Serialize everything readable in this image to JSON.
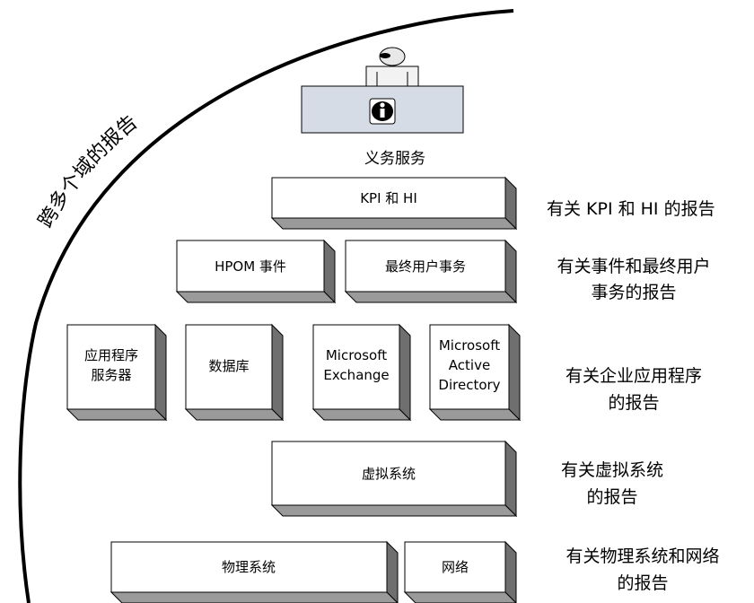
{
  "diagram": {
    "arc_label": "跨多个域的报告",
    "business_service": {
      "label": "义务服务",
      "icon": "info-icon"
    },
    "boxes": {
      "kpi_hi": "KPI 和 HI",
      "hpom": "HPOM 事件",
      "end_user": "最终用户事务",
      "app_server": [
        "应用程序",
        "服务器"
      ],
      "database": "数据库",
      "exchange": [
        "Microsoft",
        "Exchange"
      ],
      "active_directory": [
        "Microsoft",
        "Active",
        "Directory"
      ],
      "virtual": "虚拟系统",
      "physical": "物理系统",
      "network": "网络"
    },
    "reports": {
      "kpi": [
        "有关 KPI 和 HI 的报告"
      ],
      "events": [
        "有关事件和最终用户",
        "事务的报告"
      ],
      "enterprise": [
        "有关企业应用程序",
        "的报告"
      ],
      "virtual": [
        "有关虚拟系统",
        "的报告"
      ],
      "physical": [
        "有关物理系统和网络",
        "的报告"
      ]
    }
  }
}
